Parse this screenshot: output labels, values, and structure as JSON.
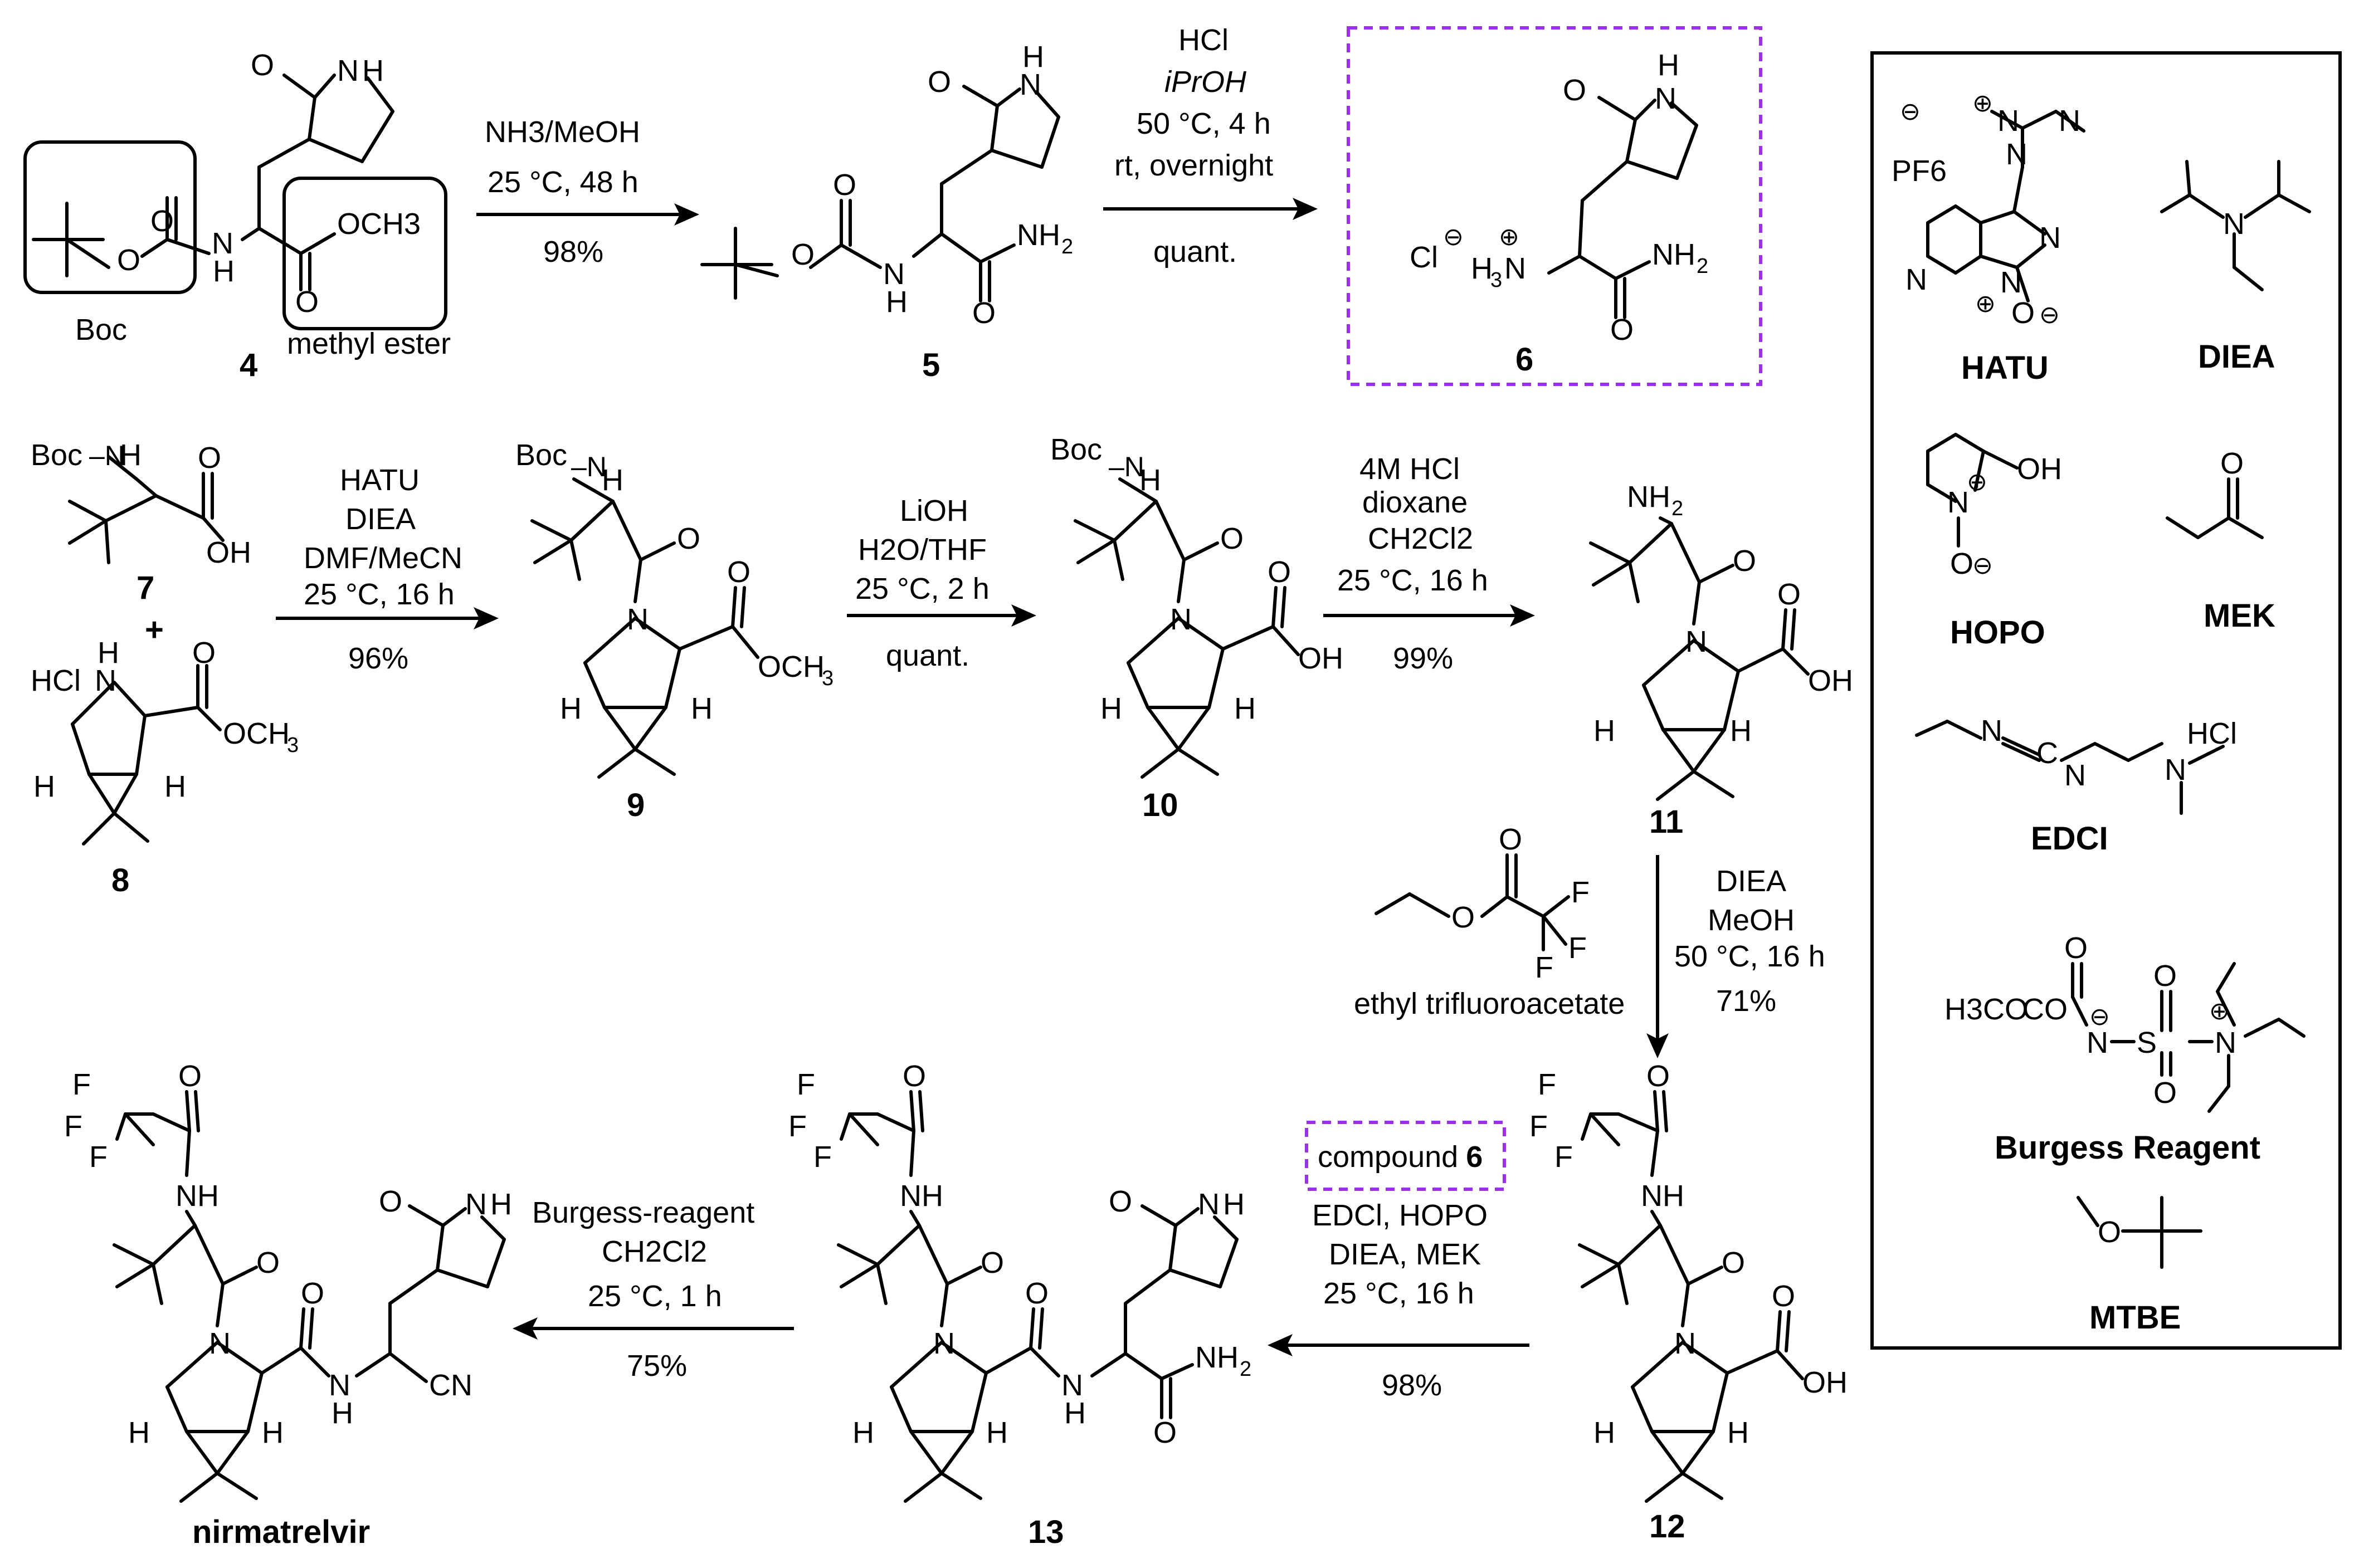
{
  "compounds": {
    "c4": {
      "label": "4",
      "annotation_boc": "Boc",
      "annotation_ester": "methyl ester",
      "ester_group": "OCH3"
    },
    "c5": {
      "label": "5"
    },
    "c6": {
      "label": "6",
      "counterion": "Cl"
    },
    "c7": {
      "label": "7"
    },
    "c8": {
      "label": "8",
      "salt": "HCl"
    },
    "c9": {
      "label": "9"
    },
    "c10": {
      "label": "10"
    },
    "c11": {
      "label": "11"
    },
    "c12": {
      "label": "12"
    },
    "c13": {
      "label": "13"
    },
    "final": {
      "label": "nirmatrelvir"
    },
    "etfa": {
      "label": "ethyl trifluoroacetate"
    }
  },
  "steps": {
    "s1": {
      "line1": "NH3/MeOH",
      "line2": "25 °C, 48 h",
      "yield": "98%"
    },
    "s2": {
      "line1": "HCl",
      "line2": "iPrOH",
      "line3": "50 °C, 4 h",
      "line4": "rt, overnight",
      "yield": "quant."
    },
    "s3": {
      "line1": "HATU",
      "line2": "DIEA",
      "line3": "DMF/MeCN",
      "line4": "25 °C, 16 h",
      "yield": "96%"
    },
    "s4": {
      "line1": "LiOH",
      "line2": "H2O/THF",
      "line3": "25 °C, 2 h",
      "yield": "quant."
    },
    "s5": {
      "line1": "4M HCl",
      "line2": "dioxane",
      "line3": "CH2Cl2",
      "line4": "25 °C, 16 h",
      "yield": "99%"
    },
    "s6": {
      "line1": "DIEA",
      "line2": "MeOH",
      "line3": "50 °C, 16 h",
      "yield": "71%"
    },
    "s7": {
      "line1": "compound",
      "line1_bold": "6",
      "line2": "EDCl, HOPO",
      "line3": "DIEA, MEK",
      "line4": "25 °C, 16 h",
      "yield": "98%"
    },
    "s8": {
      "line1": "Burgess-reagent",
      "line2": "CH2Cl2",
      "line3": "25 °C, 1 h",
      "yield": "75%"
    }
  },
  "reagents_panel": {
    "items": [
      "HATU",
      "DIEA",
      "HOPO",
      "MEK",
      "EDCI",
      "Burgess Reagent",
      "MTBE"
    ],
    "hatu_counterion": "PF6",
    "edci_salt": "HCl",
    "burgess_ester": "H3CO"
  },
  "colors": {
    "highlight": "#9b30e6",
    "ink": "#000000"
  }
}
